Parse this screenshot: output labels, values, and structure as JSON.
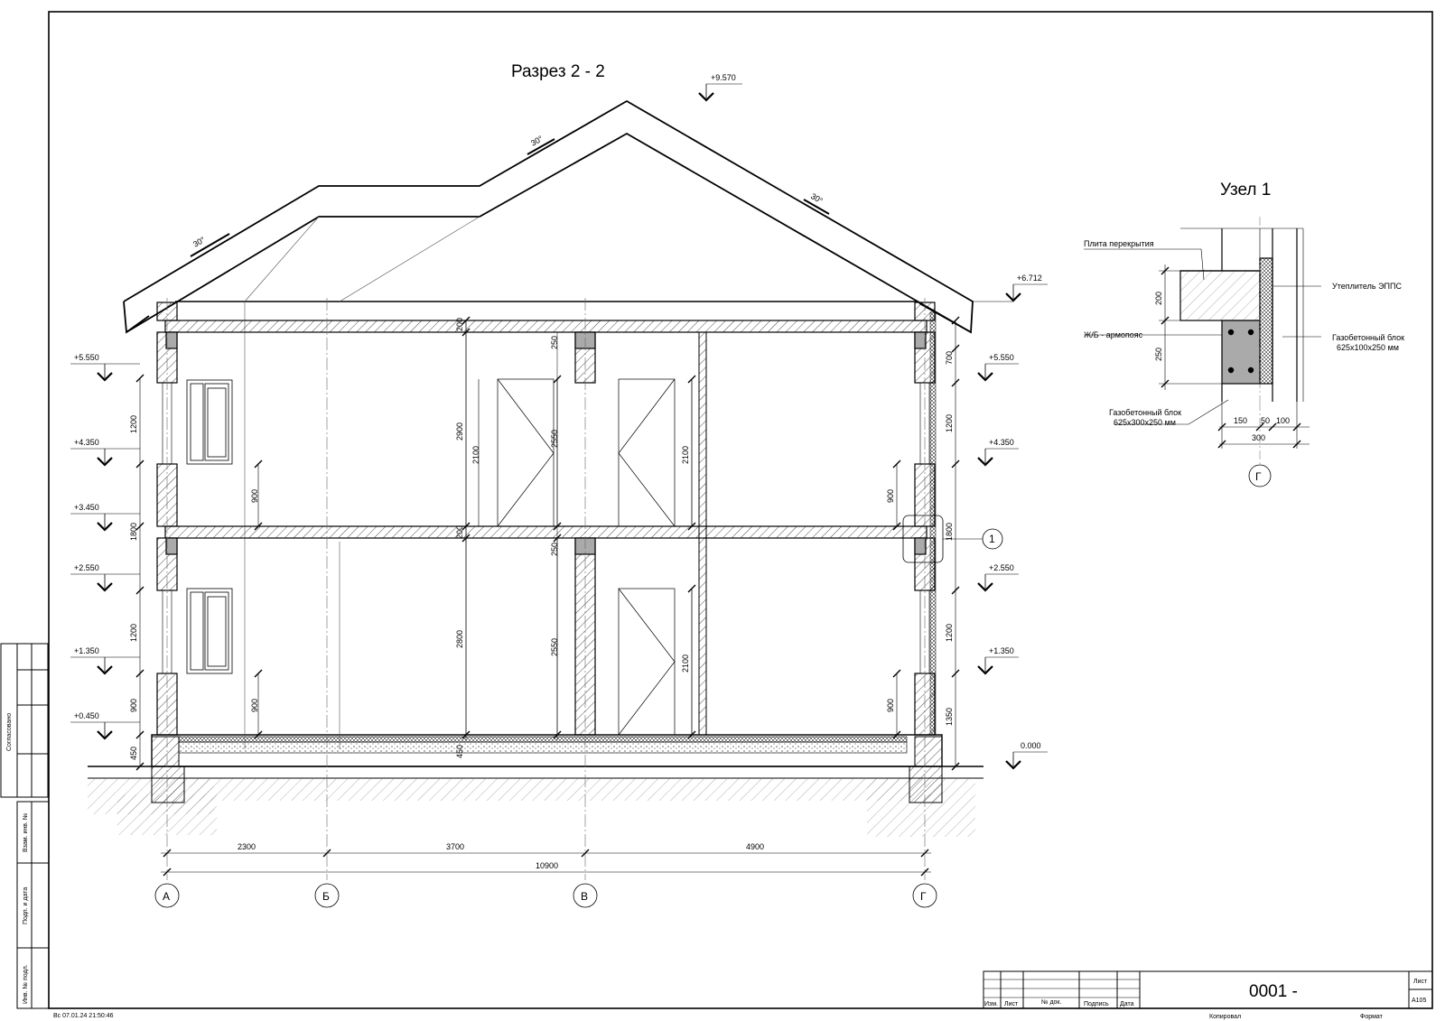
{
  "section": {
    "title": "Разрез 2 - 2",
    "roof_angles": [
      "30°",
      "30°",
      "30°"
    ],
    "levels": {
      "ridge": "+9.570",
      "eaves": "+6.712",
      "l5550": "+5.550",
      "l4350": "+4.350",
      "l3450": "+3.450",
      "l2550": "+2.550",
      "l1350": "+1.350",
      "l0450": "+0.450",
      "zero": "0.000"
    },
    "dims": {
      "d200a": "200",
      "d250a": "250",
      "d700": "700",
      "d1200a": "1200",
      "d1800a": "1800",
      "d1200b": "1200",
      "d900a": "900",
      "d450": "450",
      "d1200c": "1200",
      "d1800b": "1800",
      "d1200d": "1200",
      "d1350": "1350",
      "d2900": "2900",
      "d2100a": "2100",
      "d2550a": "2550",
      "d2100b": "2100",
      "d900b": "900",
      "d900c": "900",
      "d200b": "200",
      "d250b": "250",
      "d2800": "2800",
      "d2550b": "2550",
      "d2100c": "2100",
      "d900d": "900",
      "d900e": "900",
      "d450b": "450"
    },
    "bottom_dims": {
      "d2300": "2300",
      "d3700": "3700",
      "d4900": "4900",
      "d10900": "10900"
    },
    "axes": [
      "А",
      "Б",
      "В",
      "Г"
    ],
    "node_marker": "1"
  },
  "node": {
    "title": "Узел 1",
    "labels": {
      "slab": "Плита перекрытия",
      "insulation": "Утеплитель ЭППС",
      "belt": "Ж/Б - армопояс",
      "block_outer_1": "Газобетонный блок",
      "block_outer_2": "625x100x250 мм",
      "block_inner_1": "Газобетонный блок",
      "block_inner_2": "625x300x250 мм"
    },
    "dims": {
      "h200": "200",
      "h250": "250",
      "w150": "150",
      "w50": "50",
      "w100": "100",
      "w300": "300"
    },
    "axis": "Г"
  },
  "left_stamp": {
    "agreed": "Согласовано",
    "inv_replace": "Взам. инв. №",
    "sign_date": "Подп. и дата",
    "inv_orig": "Инв. № подл."
  },
  "title_block": {
    "cols": [
      "Изм.",
      "Лист",
      "№ док.",
      "Подпись",
      "Дата"
    ],
    "code": "0001 -",
    "sheet_label": "Лист",
    "sheet_format": "А105",
    "copied": "Копировал",
    "format": "Формат"
  },
  "footer_timestamp": "Вс 07.01.24 21:50:46"
}
